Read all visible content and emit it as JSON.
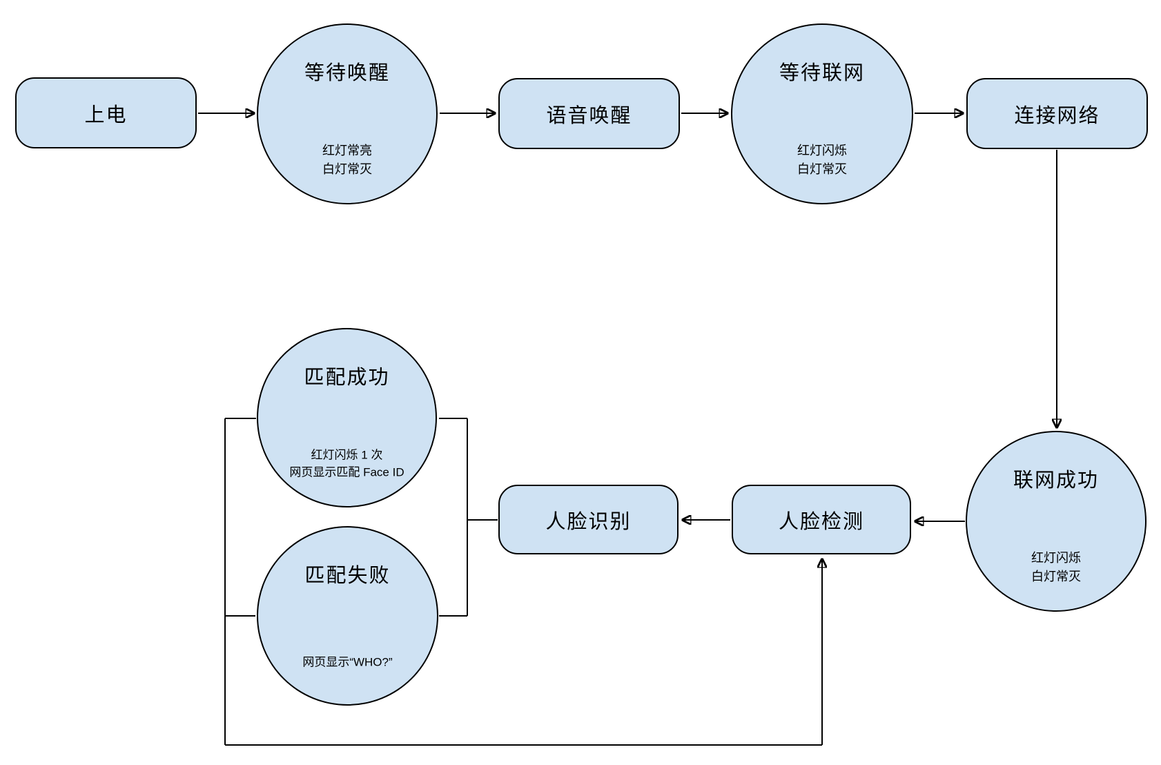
{
  "diagram": {
    "colors": {
      "background": "#ffffff",
      "node_fill": "#cfe2f3",
      "node_border": "#000000",
      "line_color": "#000000",
      "text_color": "#000000"
    },
    "nodes": {
      "power_on": {
        "label": "上电"
      },
      "wait_wake": {
        "label": "等待唤醒",
        "sub1": "红灯常亮",
        "sub2": "白灯常灭"
      },
      "voice_wake": {
        "label": "语音唤醒"
      },
      "wait_net": {
        "label": "等待联网",
        "sub1": "红灯闪烁",
        "sub2": "白灯常灭"
      },
      "connect_net": {
        "label": "连接网络"
      },
      "net_ok": {
        "label": "联网成功",
        "sub1": "红灯闪烁",
        "sub2": "白灯常灭"
      },
      "face_detect": {
        "label": "人脸检测"
      },
      "face_rec": {
        "label": "人脸识别"
      },
      "match_ok": {
        "label": "匹配成功",
        "sub1": "红灯闪烁 1 次",
        "sub2": "网页显示匹配 Face ID"
      },
      "match_fail": {
        "label": "匹配失败",
        "sub1": "网页显示“WHO?”"
      }
    },
    "edges": [
      {
        "from": "power_on",
        "to": "wait_wake",
        "arrow": true
      },
      {
        "from": "wait_wake",
        "to": "voice_wake",
        "arrow": true
      },
      {
        "from": "voice_wake",
        "to": "wait_net",
        "arrow": true
      },
      {
        "from": "wait_net",
        "to": "connect_net",
        "arrow": true
      },
      {
        "from": "connect_net",
        "to": "net_ok",
        "arrow": true
      },
      {
        "from": "net_ok",
        "to": "face_detect",
        "arrow": true
      },
      {
        "from": "face_detect",
        "to": "face_rec",
        "arrow": true
      },
      {
        "from": "face_rec",
        "to": "match_ok",
        "arrow": false
      },
      {
        "from": "face_rec",
        "to": "match_fail",
        "arrow": false
      },
      {
        "from": "match_ok",
        "to": "face_detect",
        "arrow": true
      },
      {
        "from": "match_fail",
        "to": "face_detect",
        "arrow": true
      }
    ]
  }
}
